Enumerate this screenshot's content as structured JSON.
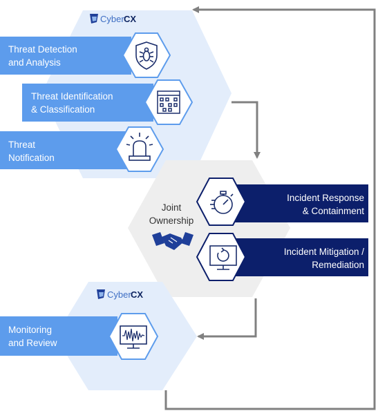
{
  "brand": {
    "name_a": "Cyber",
    "name_b": "CX"
  },
  "steps_top": [
    {
      "line1": "Threat Detection",
      "line2": "and Analysis",
      "icon": "shield-bug-icon"
    },
    {
      "line1": "Threat Identification",
      "line2": "& Classification",
      "icon": "grid-window-icon"
    },
    {
      "line1": "Threat",
      "line2": "Notification",
      "icon": "siren-light-icon"
    }
  ],
  "joint": {
    "line1": "Joint",
    "line2": "Ownership",
    "icon": "handshake-icon"
  },
  "steps_joint": [
    {
      "line1": "Incident Response",
      "line2": "& Containment",
      "icon": "stopwatch-icon"
    },
    {
      "line1": "Incident Mitigation /",
      "line2": "Remediation",
      "icon": "monitor-refresh-icon"
    }
  ],
  "steps_bottom": [
    {
      "line1": "Monitoring",
      "line2": "and Review",
      "icon": "monitor-waveform-icon"
    }
  ],
  "colors": {
    "light_bar": "#5d9cec",
    "navy_bar": "#0c1f6b",
    "hex_light": "#e3edfb",
    "hex_gray": "#eeeeee",
    "arrow": "#808080",
    "icon_stroke": "#1a2d6b"
  }
}
